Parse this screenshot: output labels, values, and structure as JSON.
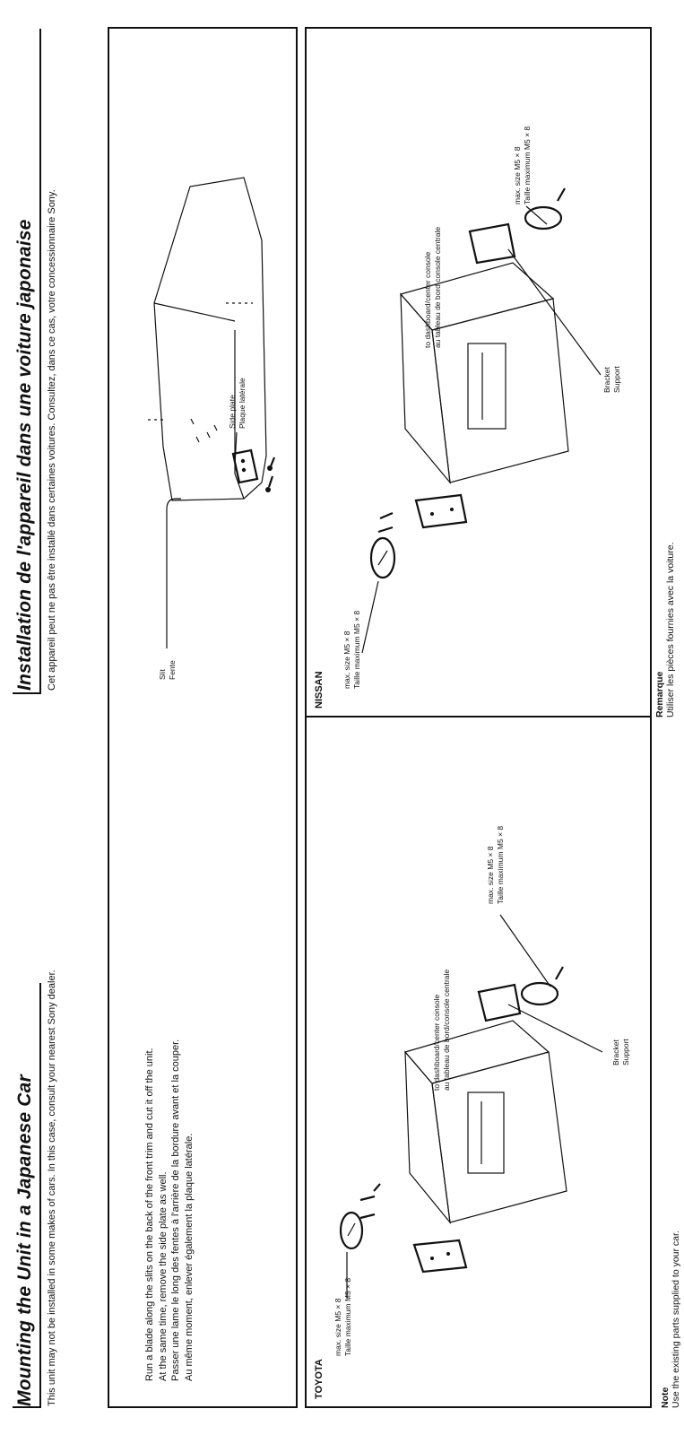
{
  "english": {
    "title": "Mounting the Unit in a Japanese Car",
    "intro": "This unit may not be installed in some makes of cars. In this case, consult your nearest Sony dealer.",
    "instructions": [
      "Run a blade along the slits on the back of the front trim and cut it off the unit.",
      "At the same time, remove the side plate as well.",
      "Passer une lame le long des fentes à l'arrière de la bordure avant et la couper.",
      "Au même moment, enlever également la plaque latérale."
    ],
    "note_heading": "Note",
    "note_text": "Use the existing parts supplied to your car."
  },
  "french": {
    "title": "Installation de l'appareil dans une voiture japonaise",
    "intro": "Cet appareil peut ne pas être installé dans certaines voitures. Consultez, dans ce cas, votre concessionnaire Sony.",
    "note_heading": "Remarque",
    "note_text": "Utiliser les pièces fournies avec la voiture."
  },
  "side_plate_figure": {
    "slit_en": "Slit",
    "slit_fr": "Fente",
    "side_plate_en": "Side plate",
    "side_plate_fr": "Plaque latérale"
  },
  "toyota": {
    "name": "TOYOTA",
    "screw_en": "max. size M5 × 8",
    "screw_fr": "Taille maximum M5 × 8",
    "dash_en": "to dashboard/center console",
    "dash_fr": "au tableau de bord/console centrale",
    "screw2_en": "max. size M5 × 8",
    "screw2_fr": "Taille maximum M5 × 8",
    "bracket_en": "Bracket",
    "bracket_fr": "Support"
  },
  "nissan": {
    "name": "NISSAN",
    "screw_en": "max. size M5 × 8",
    "screw_fr": "Taille maximum M5 × 8",
    "dash_en": "to dashboard/center console",
    "dash_fr": "au tableau de bord console centrale",
    "screw2_en": "max. size M5 × 8",
    "screw2_fr": "Taille maximum M5 × 8",
    "bracket_en": "Bracket",
    "bracket_fr": "Support"
  }
}
